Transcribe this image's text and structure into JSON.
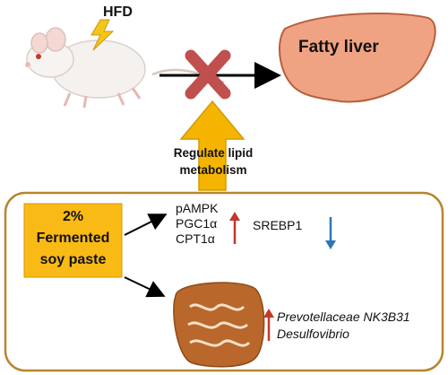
{
  "labels": {
    "diet": "HFD",
    "outcome": "Fatty liver",
    "mechanism": "Regulate lipid metabolism",
    "treatment_line1": "2%",
    "treatment_line2": "Fermented",
    "treatment_line3": "soy paste",
    "marker1": "pAMPK",
    "marker2": "PGC1α",
    "marker3": "CPT1α",
    "marker4": "SREBP1",
    "bacteria1": "Prevotellaceae NK3B31",
    "bacteria2": "Desulfovibrio"
  },
  "colors": {
    "liver": "#f0a383",
    "liver_stroke": "#b5603d",
    "block_x": "#c0504d",
    "up_arrow": "#f4b400",
    "treatment_box": "#f9ba16",
    "panel_border": "#b8862f",
    "increase_arrow": "#c0392b",
    "decrease_arrow": "#2e75b6",
    "intestine": "#b9672a",
    "lightning": "#f5c518"
  },
  "icons": [
    "mouse-icon",
    "lightning-icon",
    "liver-icon",
    "block-x-icon",
    "intestine-icon"
  ]
}
